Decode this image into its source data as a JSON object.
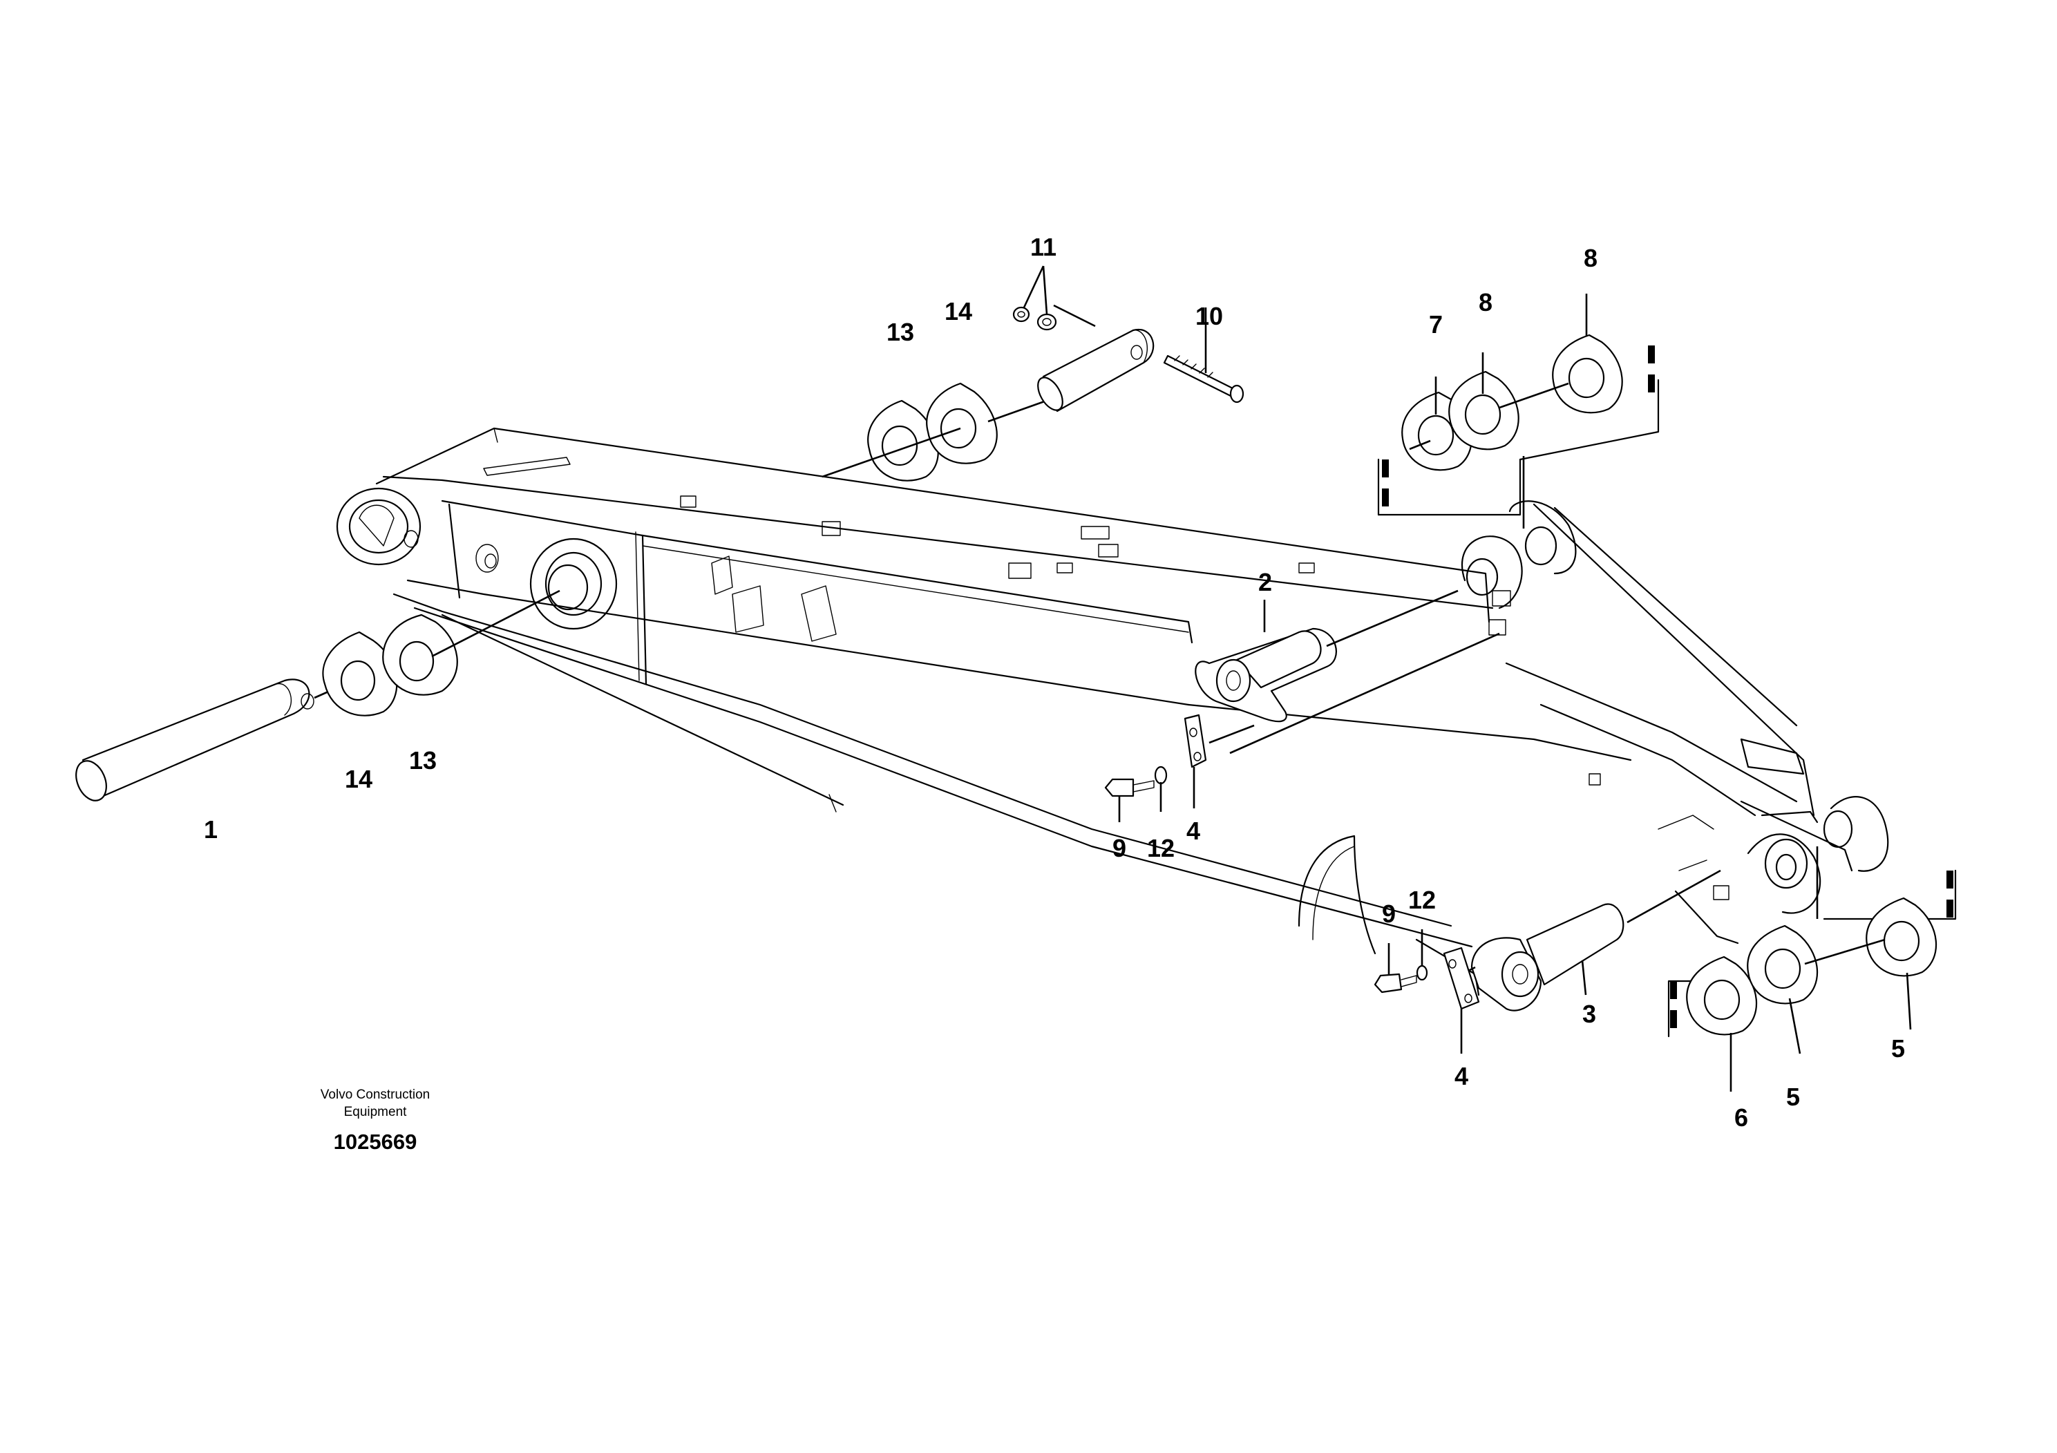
{
  "callouts": {
    "c1": "1",
    "c2": "2",
    "c3": "3",
    "c4a": "4",
    "c4b": "4",
    "c5a": "5",
    "c5b": "5",
    "c6": "6",
    "c7": "7",
    "c8a": "8",
    "c8b": "8",
    "c9a": "9",
    "c9b": "9",
    "c10": "10",
    "c11": "11",
    "c12a": "12",
    "c12b": "12",
    "c13a": "13",
    "c13b": "13",
    "c14a": "14",
    "c14b": "14"
  },
  "publisher": {
    "line1": "Volvo Construction",
    "line2": "Equipment"
  },
  "figure_number": "1025669"
}
